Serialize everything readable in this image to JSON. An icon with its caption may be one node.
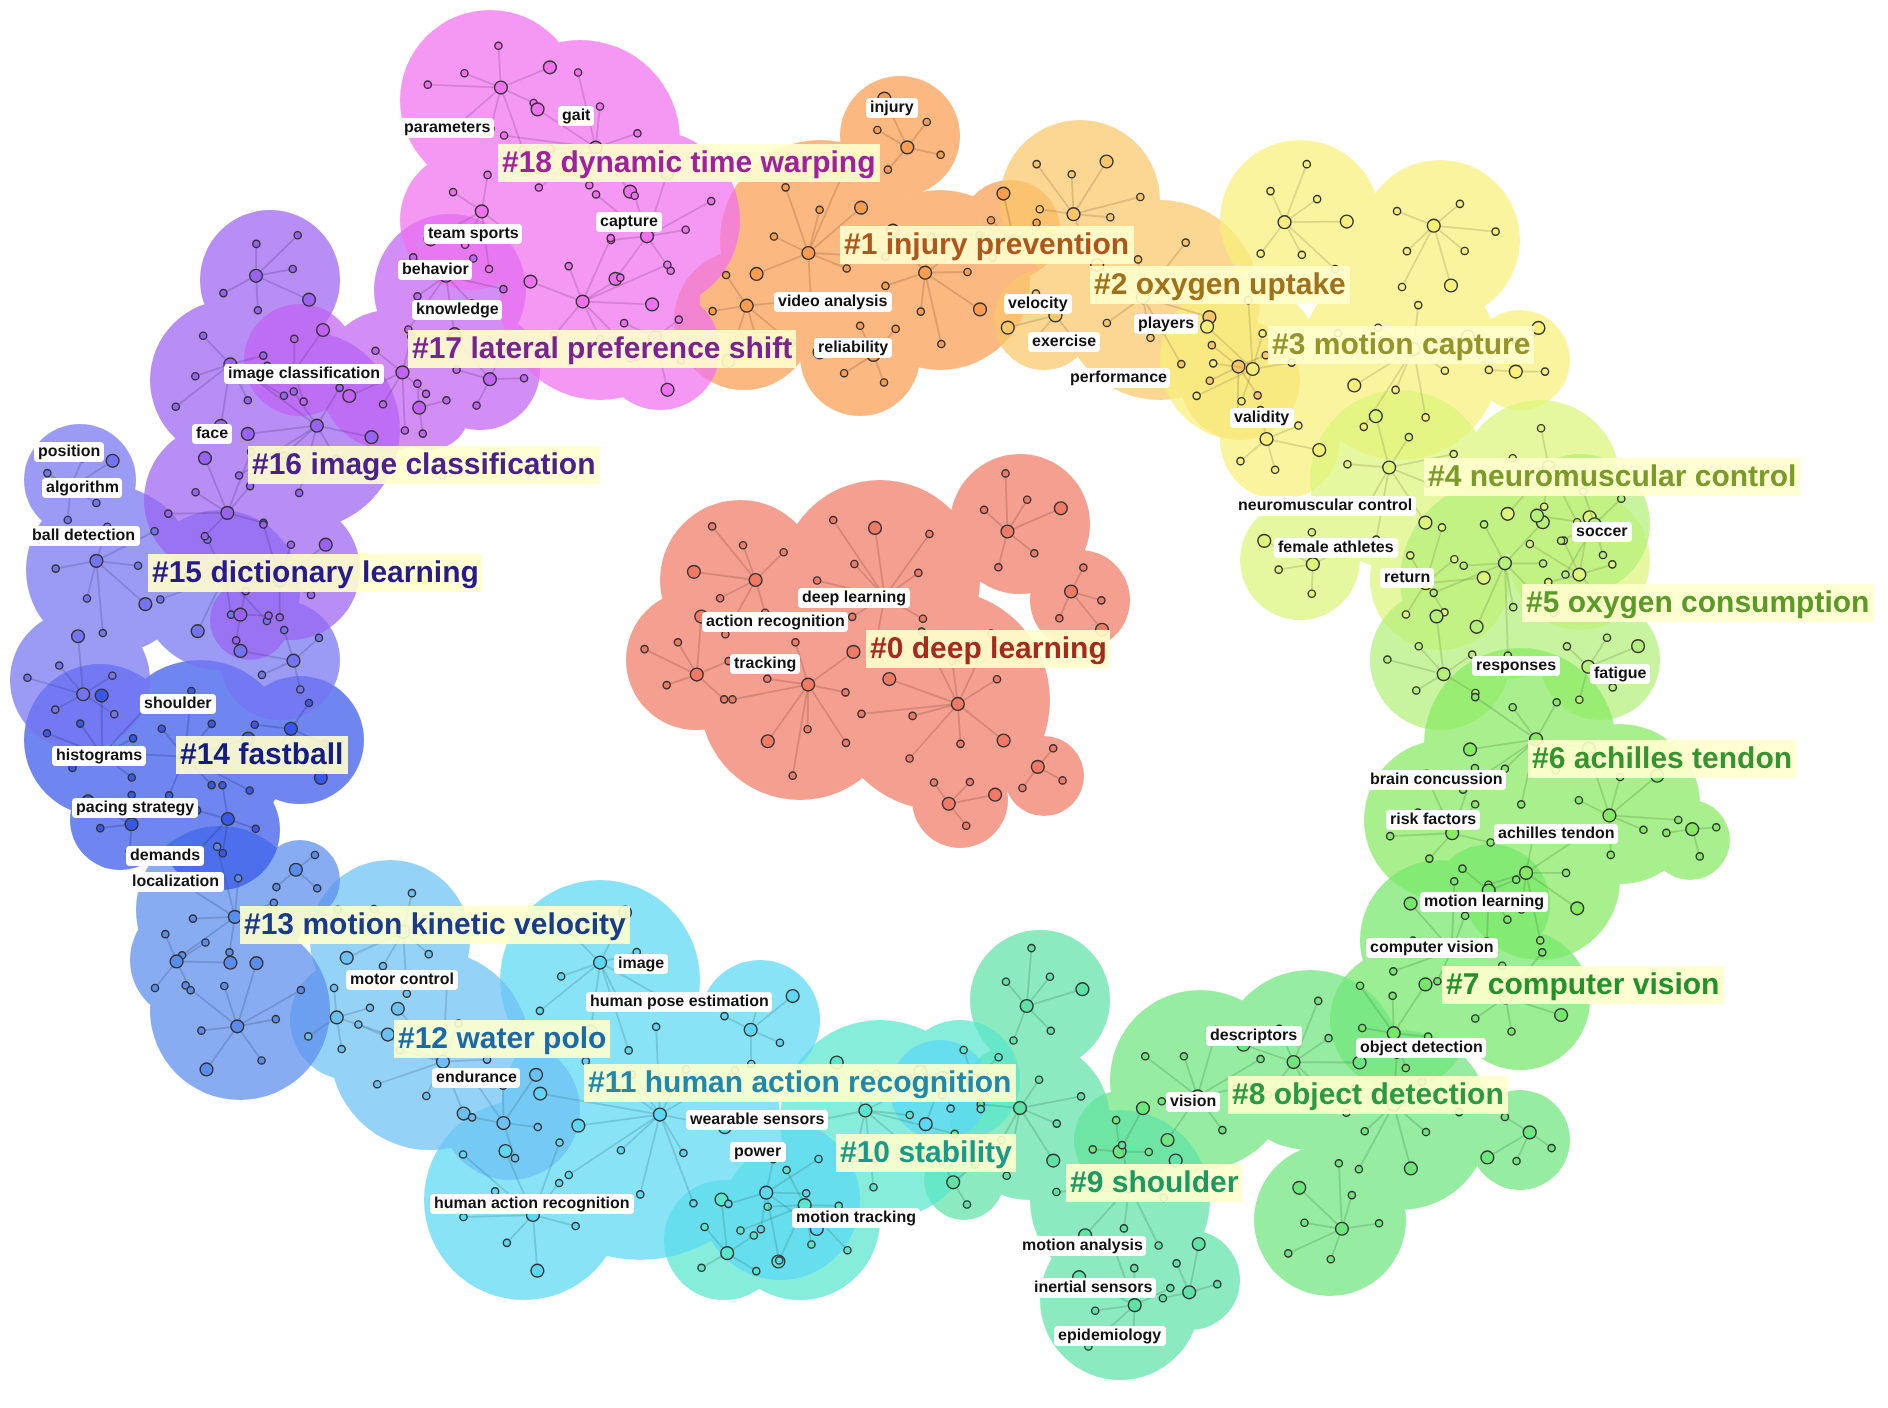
{
  "diagram": {
    "nodes": [
      {
        "text": [
          "#0 deep learning"
        ]
      },
      {
        "text": [
          "#1 injury prevention"
        ]
      },
      {
        "text": [
          "#2 oxygen uptake"
        ]
      },
      {
        "text": [
          "#3 motion capture"
        ]
      },
      {
        "text": [
          "#4 neuromuscular control"
        ]
      },
      {
        "text": [
          "#5 oxygen consumption"
        ]
      },
      {
        "text": [
          "#6 achilles tendon"
        ]
      },
      {
        "text": [
          "#7 computer vision"
        ]
      },
      {
        "text": [
          "#8 object detection"
        ]
      },
      {
        "text": [
          "#9 shoulder"
        ]
      },
      {
        "text": [
          "#10 stability"
        ]
      },
      {
        "text": [
          "#11 human action recognition"
        ]
      },
      {
        "text": [
          "#12 water polo"
        ]
      },
      {
        "text": [
          "#13 motion kinetic velocity"
        ]
      },
      {
        "text": [
          "#14 fastball"
        ]
      },
      {
        "text": [
          "#15 dictionary learning"
        ]
      },
      {
        "text": [
          "#16 image classification"
        ]
      },
      {
        "text": [
          "#17 lateral preference shift"
        ]
      },
      {
        "text": [
          "#18 dynamic time warping"
        ]
      }
    ],
    "labels": [
      "gait",
      "injury",
      "parameters",
      "capture",
      "team sports",
      "behavior",
      "knowledge",
      "video analysis",
      "velocity",
      "players",
      "reliability",
      "exercise",
      "image classification",
      "performance",
      "validity",
      "face",
      "position",
      "algorithm",
      "neuromuscular control",
      "ball detection",
      "soccer",
      "female athletes",
      "return",
      "deep learning",
      "action recognition",
      "tracking",
      "responses",
      "fatigue",
      "shoulder",
      "histograms",
      "brain concussion",
      "pacing strategy",
      "risk factors",
      "achilles tendon",
      "demands",
      "localization",
      "motion learning",
      "computer vision",
      "image",
      "motor control",
      "human pose estimation",
      "descriptors",
      "object detection",
      "endurance",
      "vision",
      "wearable sensors",
      "power",
      "human action recognition",
      "motion tracking",
      "motion analysis",
      "inertial sensors",
      "epidemiology"
    ]
  }
}
